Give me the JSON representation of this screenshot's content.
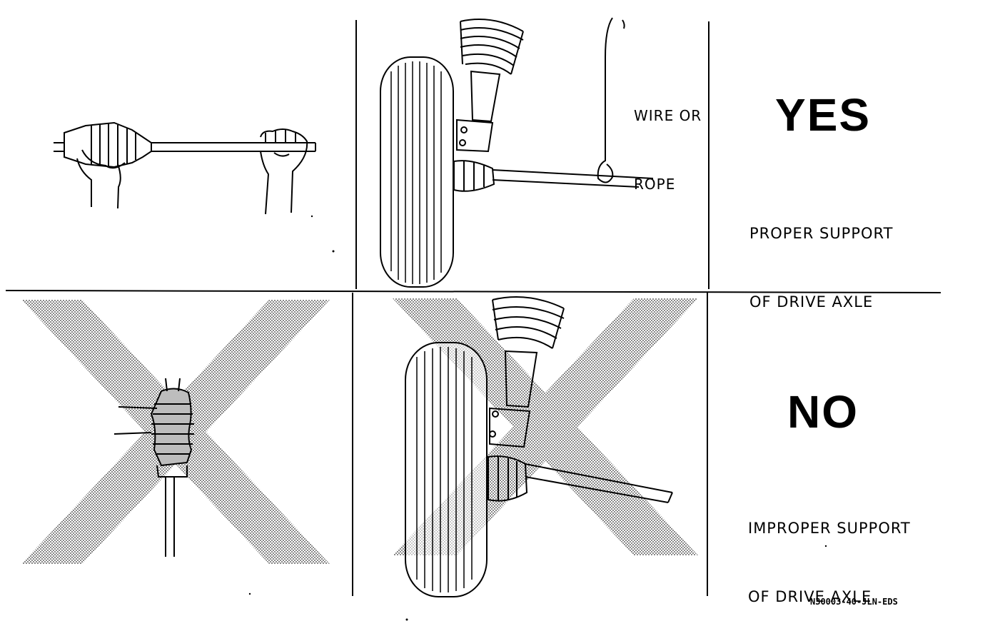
{
  "labels": {
    "wire_or_rope_line1": "WIRE OR",
    "wire_or_rope_line2": "ROPE",
    "yes": "YES",
    "proper_line1": "PROPER SUPPORT",
    "proper_line2": "OF DRIVE AXLE",
    "no": "NO",
    "improper_line1": "IMPROPER SUPPORT",
    "improper_line2": "OF DRIVE AXLE",
    "figure_code": "N30003-40-JLN-EDS"
  },
  "colors": {
    "ink": "#000000",
    "paper": "#ffffff",
    "hatch_x": "#b9b9b9"
  },
  "icons": {
    "proper_hand_hold": "hands-holding-axle-horizontal",
    "proper_wire_support": "wheel-strut-axle-hung-by-wire",
    "improper_hanging": "axle-hanging-by-cv-joint",
    "improper_unsupported": "wheel-strut-axle-unsupported",
    "prohibited_mark": "x-mark"
  }
}
